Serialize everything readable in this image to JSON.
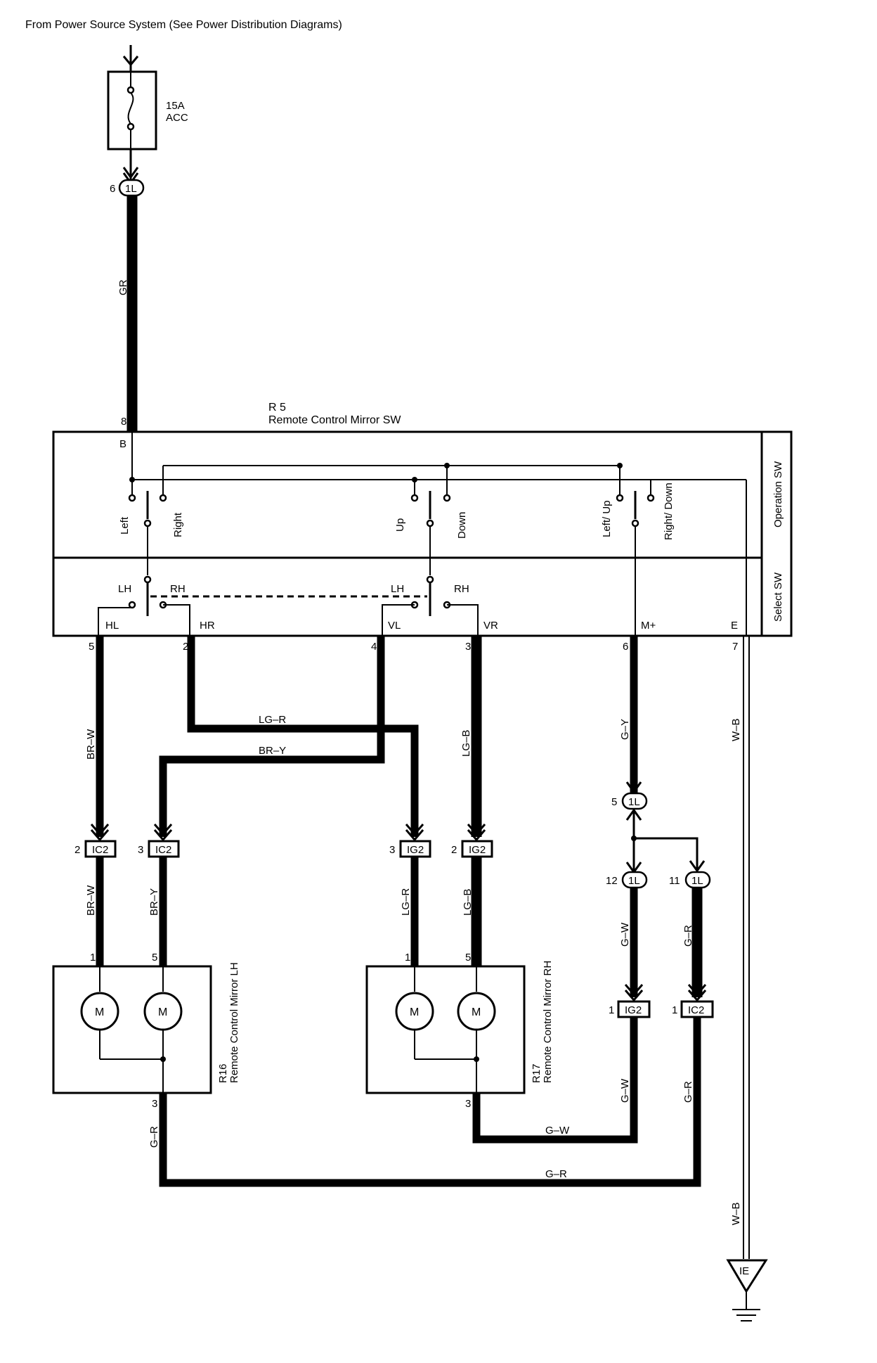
{
  "header": {
    "source_text": "From Power Source System (See Power Distribution Diagrams)"
  },
  "fuse": {
    "rating": "15A",
    "name": "ACC"
  },
  "switch": {
    "id": "R 5",
    "name": "Remote Control Mirror SW",
    "operation_label": "Operation SW",
    "select_label": "Select SW",
    "contacts": {
      "left": "Left",
      "right": "Right",
      "up": "Up",
      "down": "Down",
      "left_up": "Left/ Up",
      "right_down": "Right/ Down",
      "lh": "LH",
      "rh": "RH"
    },
    "terminals": {
      "b": "B",
      "hl": "HL",
      "hr": "HR",
      "vl": "VL",
      "vr": "VR",
      "mplus": "M+",
      "e": "E"
    },
    "pins": {
      "b": "8",
      "hl": "5",
      "hr": "2",
      "vl": "4",
      "vr": "3",
      "mplus": "6",
      "e": "7"
    }
  },
  "connectors": {
    "1L": "1L",
    "IC2": "IC2",
    "IG2": "IG2",
    "IE": "IE",
    "pins": {
      "top_1l": "6",
      "mid_1l": "5",
      "lower_1l_a": "12",
      "lower_1l_b": "11",
      "ic2_a": "2",
      "ic2_b": "3",
      "ig2_a": "3",
      "ig2_b": "2",
      "ig2_c": "1",
      "ic2_c": "1"
    }
  },
  "wires": {
    "gr": "GR",
    "br_w": "BR–W",
    "br_y": "BR–Y",
    "lg_r": "LG–R",
    "lg_b": "LG–B",
    "g_y": "G–Y",
    "w_b": "W–B",
    "g_w": "G–W",
    "g_r": "G–R"
  },
  "mirrors": {
    "lh": {
      "id": "R16",
      "name": "Remote Control Mirror LH",
      "pins": {
        "p1": "1",
        "p5": "5",
        "p3": "3"
      }
    },
    "rh": {
      "id": "R17",
      "name": "Remote Control Mirror RH",
      "pins": {
        "p1": "1",
        "p5": "5",
        "p3": "3"
      }
    }
  },
  "motor_symbol": "M"
}
